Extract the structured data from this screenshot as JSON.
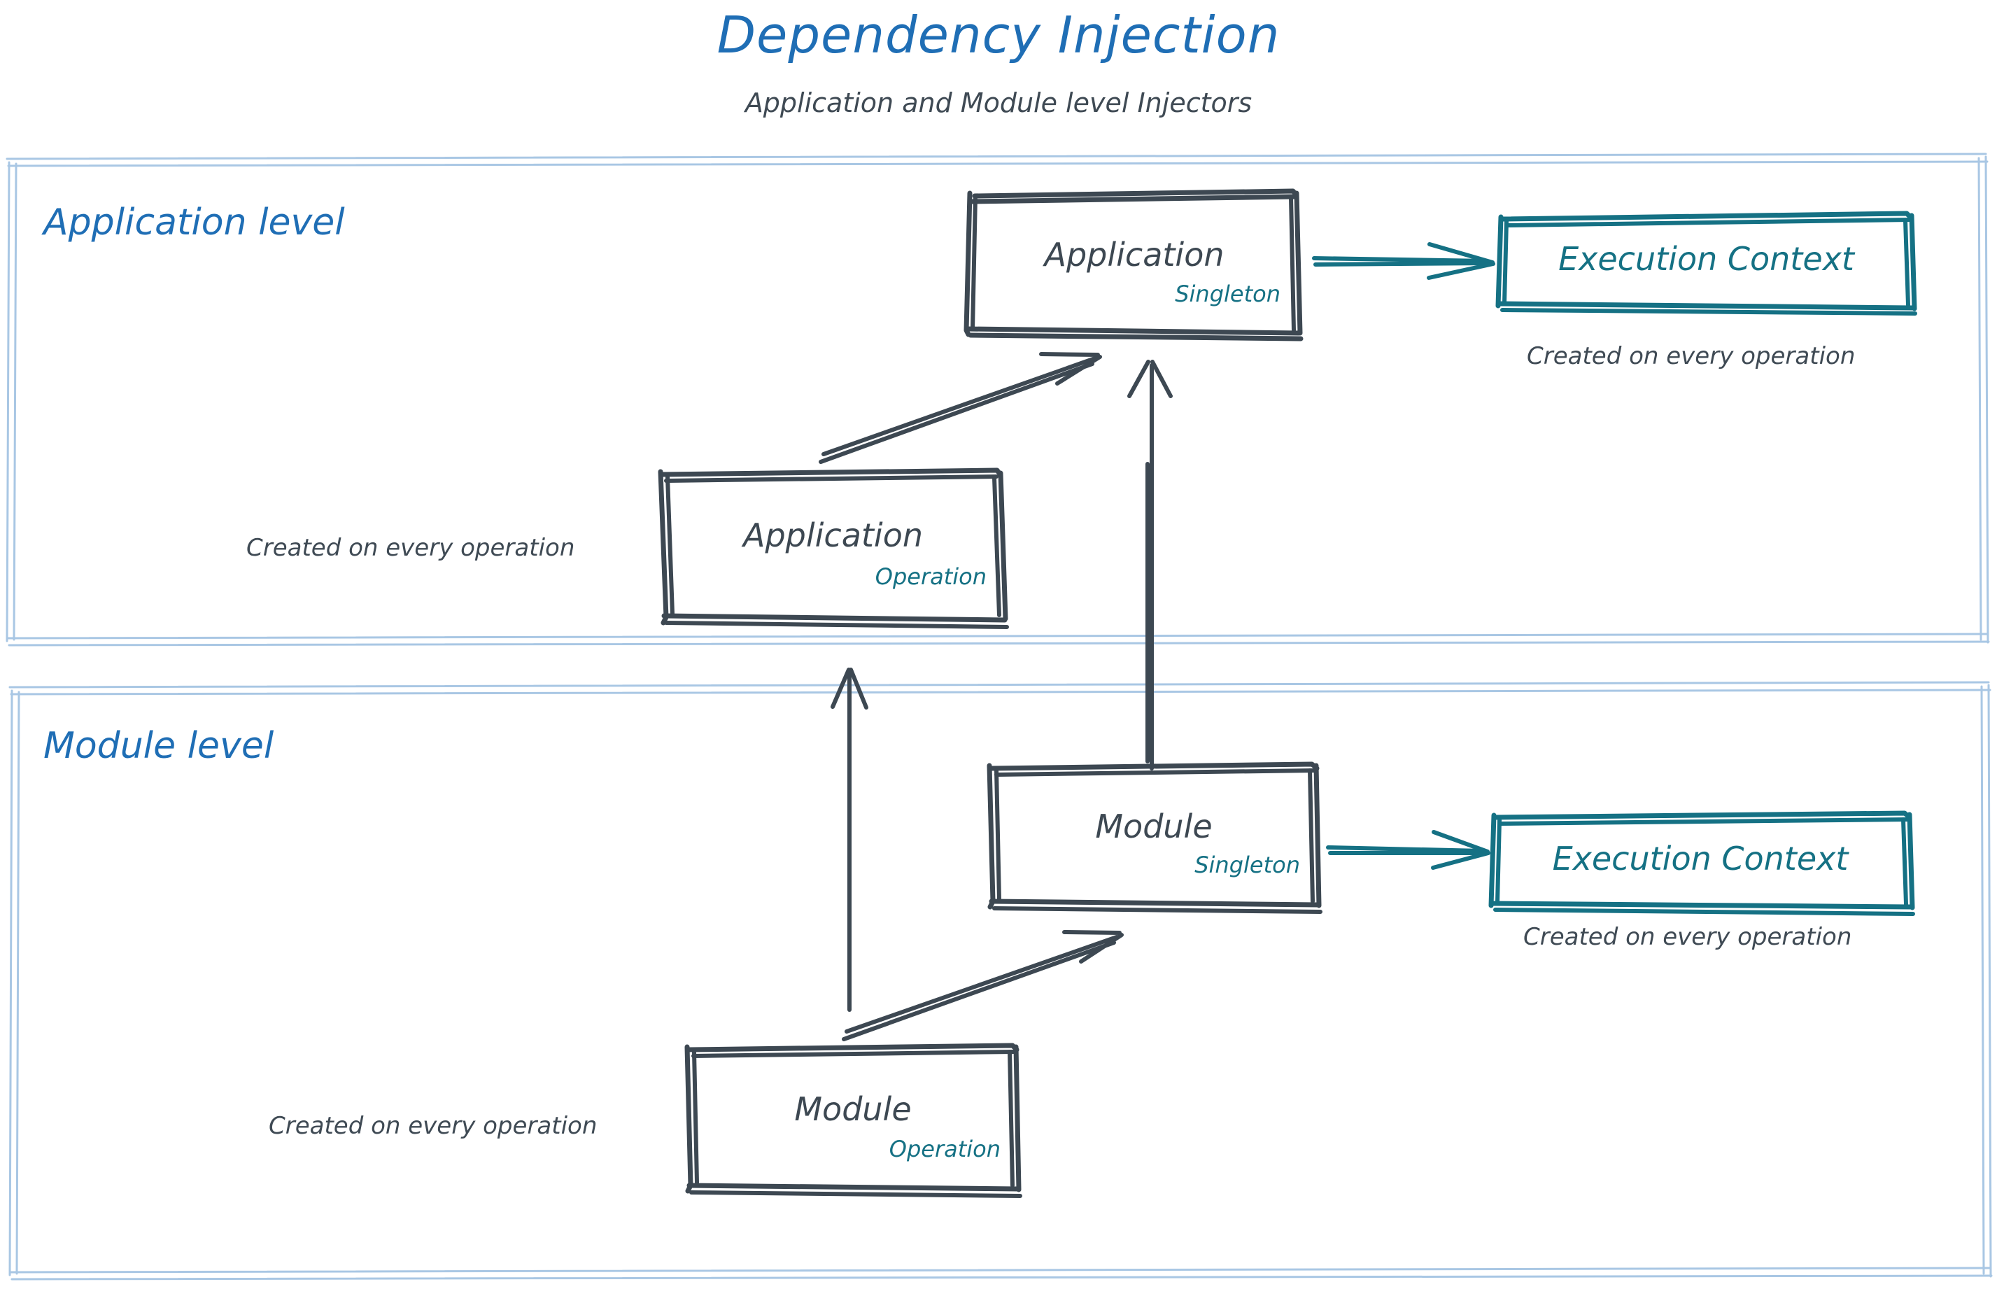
{
  "header": {
    "title": "Dependency Injection",
    "subtitle": "Application and Module level Injectors"
  },
  "colors": {
    "title_blue": "#1f6eb5",
    "container_border": "#a9c7e4",
    "box_stroke": "#3d4852",
    "text_dark": "#3f4a54",
    "teal": "#157184"
  },
  "sections": [
    {
      "id": "application-level",
      "label": "Application level",
      "boxes": [
        {
          "id": "application-singleton",
          "title": "Application",
          "scope": "Singleton"
        },
        {
          "id": "application-operation",
          "title": "Application",
          "scope": "Operation"
        },
        {
          "id": "application-execution-context",
          "title": "Execution Context",
          "scope": ""
        }
      ],
      "notes": [
        {
          "id": "note-app-exec-context",
          "text": "Created on every operation"
        },
        {
          "id": "note-app-operation",
          "text": "Created on every operation"
        }
      ]
    },
    {
      "id": "module-level",
      "label": "Module level",
      "boxes": [
        {
          "id": "module-singleton",
          "title": "Module",
          "scope": "Singleton"
        },
        {
          "id": "module-operation",
          "title": "Module",
          "scope": "Operation"
        },
        {
          "id": "module-execution-context",
          "title": "Execution Context",
          "scope": ""
        }
      ],
      "notes": [
        {
          "id": "note-module-exec-context",
          "text": "Created on every operation"
        },
        {
          "id": "note-module-operation",
          "text": "Created on every operation"
        }
      ]
    }
  ],
  "connections": [
    {
      "id": "arrow-app-singleton-to-exec-context",
      "from": "application-singleton",
      "to": "application-execution-context",
      "color": "#157184"
    },
    {
      "id": "arrow-app-operation-to-app-singleton",
      "from": "application-operation",
      "to": "application-singleton",
      "color": "#3d4852"
    },
    {
      "id": "arrow-module-singleton-to-app-singleton",
      "from": "module-singleton",
      "to": "application-singleton",
      "color": "#3d4852"
    },
    {
      "id": "arrow-module-operation-to-app-operation",
      "from": "module-operation",
      "to": "application-operation",
      "color": "#3d4852"
    },
    {
      "id": "arrow-module-operation-to-module-singleton",
      "from": "module-operation",
      "to": "module-singleton",
      "color": "#3d4852"
    },
    {
      "id": "arrow-module-singleton-to-exec-context",
      "from": "module-singleton",
      "to": "module-execution-context",
      "color": "#157184"
    }
  ]
}
